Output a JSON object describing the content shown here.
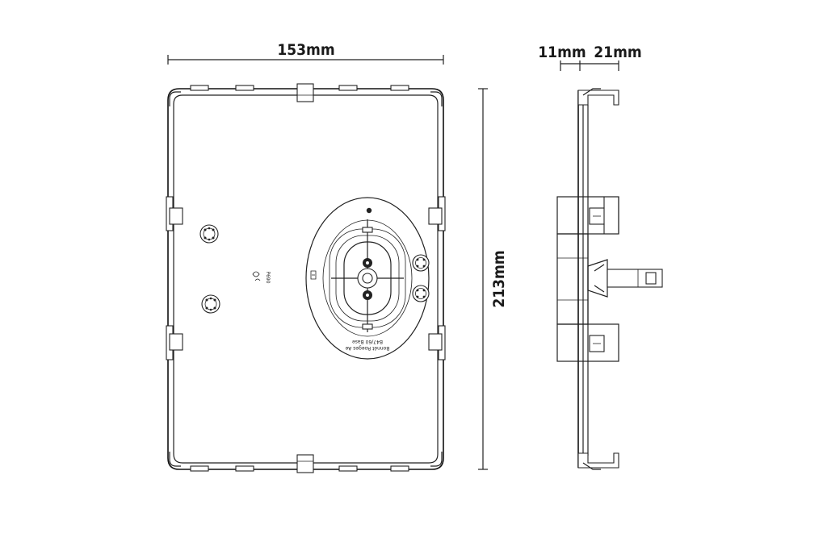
{
  "dimensions": {
    "width_label": "153mm",
    "height_label": "213mm",
    "depth_front_label": "11mm",
    "depth_back_label": "21mm"
  },
  "plate_text": {
    "code_text": "P690",
    "mount_text_line1": "Bonnét Roeges Ae",
    "mount_text_line2": "B47/60 Base"
  }
}
